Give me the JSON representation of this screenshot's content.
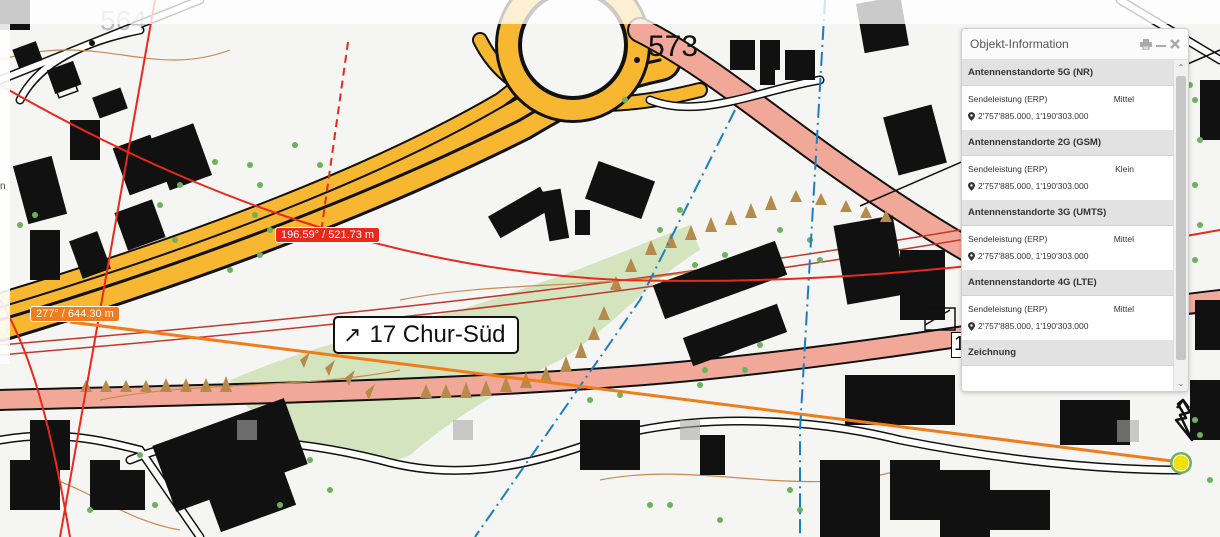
{
  "map": {
    "spot_heights": [
      "564",
      "573"
    ],
    "road_sign": {
      "arrow": "↗",
      "text": "17 Chur-Süd"
    },
    "measurement_labels": [
      {
        "text": "196.59° / 521.73 m",
        "color": "#e8291c"
      },
      {
        "text": "277° / 644.30 m",
        "color": "#f07d1a"
      }
    ],
    "edge_label": "1",
    "left_edge_glyph": "n",
    "colors": {
      "background": "#f5f5f3",
      "buildings": "#111111",
      "highway": "#f7b731",
      "main_road": "#f2a899",
      "green_area": "#cfe2b8",
      "tree_dots": "#6cb25a",
      "measure_red": "#e8291c",
      "measure_orange": "#f07d1a",
      "boundary_blue": "#1a7fc2",
      "target_marker": "#f5e100"
    },
    "icons": [
      "antenna-lightning-icon",
      "location-marker-icon"
    ]
  },
  "panel": {
    "title": "Objekt-Information",
    "tools": {
      "print": "print-icon",
      "minimize": "minimize-icon",
      "close": "close-icon"
    },
    "sections": [
      {
        "heading": "Antennenstandorte 5G (NR)",
        "field": "Sendeleistung (ERP)",
        "value": "Mittel",
        "coord": "2'757'885.000, 1'190'303.000"
      },
      {
        "heading": "Antennenstandorte 2G (GSM)",
        "field": "Sendeleistung (ERP)",
        "value": "Klein",
        "coord": "2'757'885.000, 1'190'303.000"
      },
      {
        "heading": "Antennenstandorte 3G (UMTS)",
        "field": "Sendeleistung (ERP)",
        "value": "Mittel",
        "coord": "2'757'885.000, 1'190'303.000"
      },
      {
        "heading": "Antennenstandorte 4G (LTE)",
        "field": "Sendeleistung (ERP)",
        "value": "Mittel",
        "coord": "2'757'885.000, 1'190'303.000"
      }
    ],
    "drawing_heading": "Zeichnung"
  }
}
